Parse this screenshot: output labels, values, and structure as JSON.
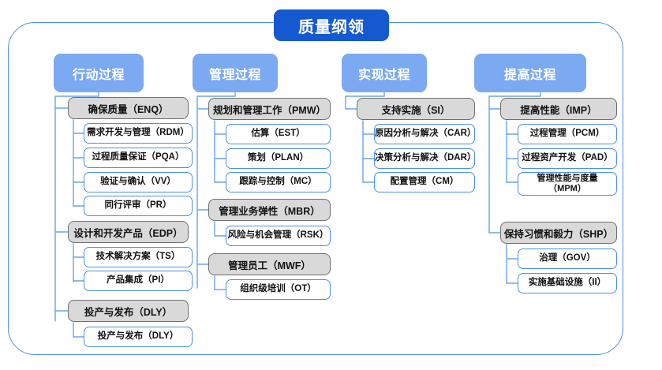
{
  "diagram": {
    "title": "质量纲领",
    "theme": {
      "frame_border": "#4a90e8",
      "title_bg": "#1459d0",
      "column_header_bg": "#7ba9f2",
      "group_bg": "#d9d9d9",
      "group_border": "#6f6f6f",
      "leaf_bg": "#ffffff",
      "leaf_border": "#4a90e8",
      "connector": "#6aa4ef",
      "background": "#ffffff"
    },
    "columns": [
      {
        "id": "col-action",
        "header": "行动过程",
        "groups": [
          {
            "id": "enq",
            "label": "确保质量（ENQ）",
            "items": [
              {
                "label": "需求开发与管理（RDM）"
              },
              {
                "label": "过程质量保证（PQA）"
              },
              {
                "label": "验证与确认（VV）"
              },
              {
                "label": "同行评审（PR）"
              }
            ]
          },
          {
            "id": "edp",
            "label": "设计和开发产品（EDP）",
            "items": [
              {
                "label": "技术解决方案（TS）"
              },
              {
                "label": "产品集成（PI）"
              }
            ]
          },
          {
            "id": "dly",
            "label": "投产与发布（DLY）",
            "items": [
              {
                "label": "投产与发布（DLY）"
              }
            ]
          }
        ]
      },
      {
        "id": "col-manage",
        "header": "管理过程",
        "groups": [
          {
            "id": "pmw",
            "label": "规划和管理工作（PMW）",
            "items": [
              {
                "label": "估算（EST）"
              },
              {
                "label": "策划（PLAN）"
              },
              {
                "label": "跟踪与控制（MC）"
              }
            ]
          },
          {
            "id": "mbr",
            "label": "管理业务弹性（MBR）",
            "items": [
              {
                "label": "风险与机会管理（RSK）"
              }
            ]
          },
          {
            "id": "mwf",
            "label": "管理员工（MWF）",
            "items": [
              {
                "label": "组织级培训（OT）"
              }
            ]
          }
        ]
      },
      {
        "id": "col-realize",
        "header": "实现过程",
        "groups": [
          {
            "id": "si",
            "label": "支持实施（SI）",
            "items": [
              {
                "label": "原因分析与解决（CAR）"
              },
              {
                "label": "决策分析与解决（DAR）"
              },
              {
                "label": "配置管理（CM）"
              }
            ]
          }
        ]
      },
      {
        "id": "col-improve",
        "header": "提高过程",
        "groups": [
          {
            "id": "imp",
            "label": "提高性能（IMP）",
            "items": [
              {
                "label": "过程管理（PCM）"
              },
              {
                "label": "过程资产开发（PAD）"
              },
              {
                "label": "管理性能与度量\n（MPM）"
              }
            ]
          },
          {
            "id": "shp",
            "label": "保持习惯和毅力（SHP）",
            "items": [
              {
                "label": "治理（GOV）"
              },
              {
                "label": "实施基础设施（II）"
              }
            ]
          }
        ]
      }
    ]
  }
}
